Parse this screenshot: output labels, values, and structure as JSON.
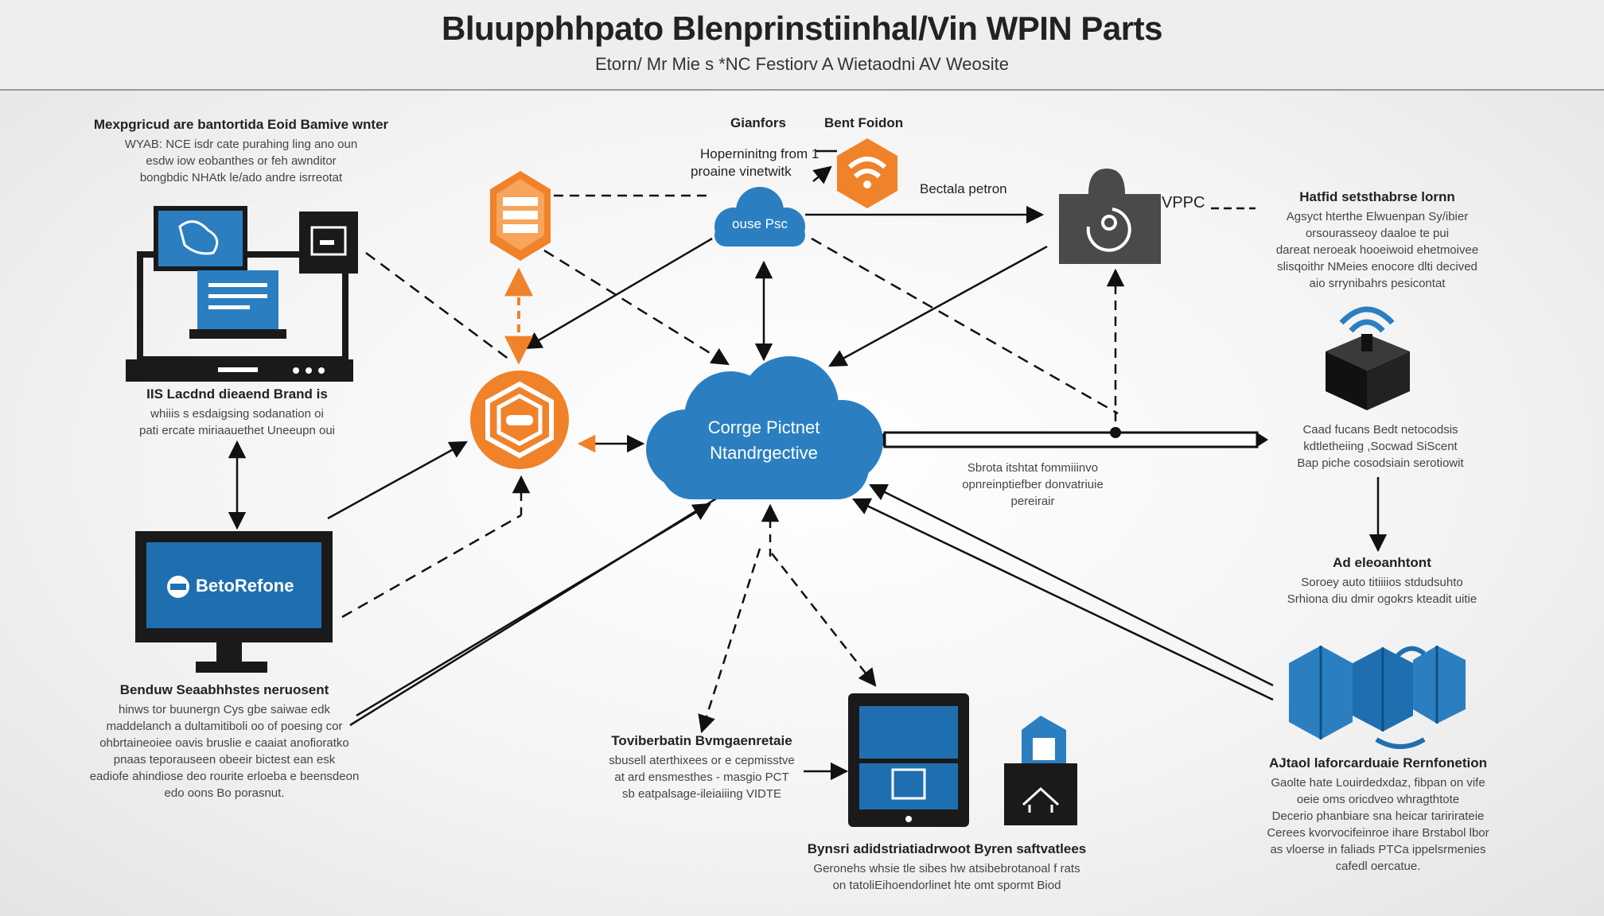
{
  "header": {
    "title": "Bluupphhpato Blenprinstiinhal/Vin WPIN Parts",
    "subtitle": "Etorn/ Mr Mie s *NC Festiorv A Wietaodni AV Weosite"
  },
  "colors": {
    "orange": "#f0822a",
    "blue": "#2b7fc1",
    "dark": "#1a1a1a",
    "grey": "#555555"
  },
  "icons": [
    "server-stack-icon",
    "wifi-shield-icon",
    "hexagon-shield-icon",
    "vpn-cloud-icon",
    "router-hub-icon",
    "wifi-box-icon",
    "modular-blocks-icon",
    "upload-building-icon"
  ],
  "core": {
    "line1": "Corrge Pictnet",
    "line2": "Ntandrgective"
  },
  "small_cloud": "ouse Psc",
  "monitor": {
    "label": "BetoRefone"
  },
  "labels": {
    "gianfors": "Gianfors",
    "bent_foidon": "Bent Foidon",
    "feed_1": "Hoperninitng from 1",
    "feed_2": "proaine vinetwitk",
    "bectala": "Bectala petron",
    "vppc": "VPPC"
  },
  "blocks": {
    "top_left": {
      "heading": "Mexpgricud are bantortida Eoid Bamive wnter",
      "lines": [
        "WYAB: NCE isdr cate purahing ling ano oun",
        "esdw iow eobanthes or feh awnditor",
        "bongbdic NHAtk le/ado andre isrreotat"
      ]
    },
    "mid_left": {
      "heading": "IIS Lacdnd dieaend Brand is",
      "lines": [
        "whiiis s esdaigsing sodanation oi",
        "pati ercate miriaauethet Uneeupn oui"
      ]
    },
    "bottom_left": {
      "heading": "Benduw Seaabhhstes neruosent",
      "lines": [
        "hinws tor buunergn Cys gbe saiwae edk",
        "maddelanch a dultamitiboli oo of poesing cor",
        "ohbrtaineoiee oavis bruslie e caaiat anofioratko",
        "pnaas teporauseen obeeir bictest ean esk",
        "eadiofe ahindiose deo rourite erloeba e beensdeon",
        "edo oons Bo porasnut."
      ]
    },
    "bottom_center": {
      "heading": "Toviberbatin Bvmgaenretaie",
      "lines": [
        "sbusell aterthixees or e cepmisstve",
        "at ard ensmesthes - masgio PCT",
        "sb eatpalsage-ileiaiiing VIDTE"
      ]
    },
    "bottom_mid": {
      "heading": "Bynsri adidstriatiadrwoot Byren saftvatlees",
      "lines": [
        "Geronehs whsie tle sibes hw atsibebrotanoal f rats",
        "on tatoliEihoendorlinet hte omt spormt Biod"
      ]
    },
    "middle": {
      "lines": [
        "Sbrota itshtat fommiiinvo",
        "opnreinptiefber donvatriuie",
        "pereirair"
      ]
    },
    "top_right": {
      "heading": "Hatfid setsthabrse lornn",
      "lines": [
        "Agsyct hterthe Elwuenpan Sy/ibier",
        "orsourasseoy daaloe te pui",
        "dareat neroeak hooeiwoid ehetmoivee",
        "slisqoithr NMeies enocore dlti decived",
        "aio srrynibahrs pesicontat"
      ]
    },
    "mid_right": {
      "lines": [
        "Caad fucans Bedt netocodsis",
        "kdtletheiing ,Socwad SiScent",
        "Bap piche cosodsiain serotiowit"
      ]
    },
    "right_center": {
      "heading": "Ad eleoanhtont",
      "lines": [
        "Soroey auto titiiiios stdudsuhto",
        "Srhiona diu dmir ogokrs kteadit uitie"
      ]
    },
    "bottom_right": {
      "heading": "AJtaol laforcarduaie Rernfonetion",
      "lines": [
        "Gaolte hate Louirdedxdaz, fibpan on vife",
        "oeie oms oricdveo whragthtote",
        "Decerio phanbiare sna heicar taririrateie",
        "Cerees kvorvocifeinroe ihare Brstabol lbor",
        "as vloerse in faliads PTCa ippelsrmenies",
        "cafedl oercatue."
      ]
    }
  }
}
